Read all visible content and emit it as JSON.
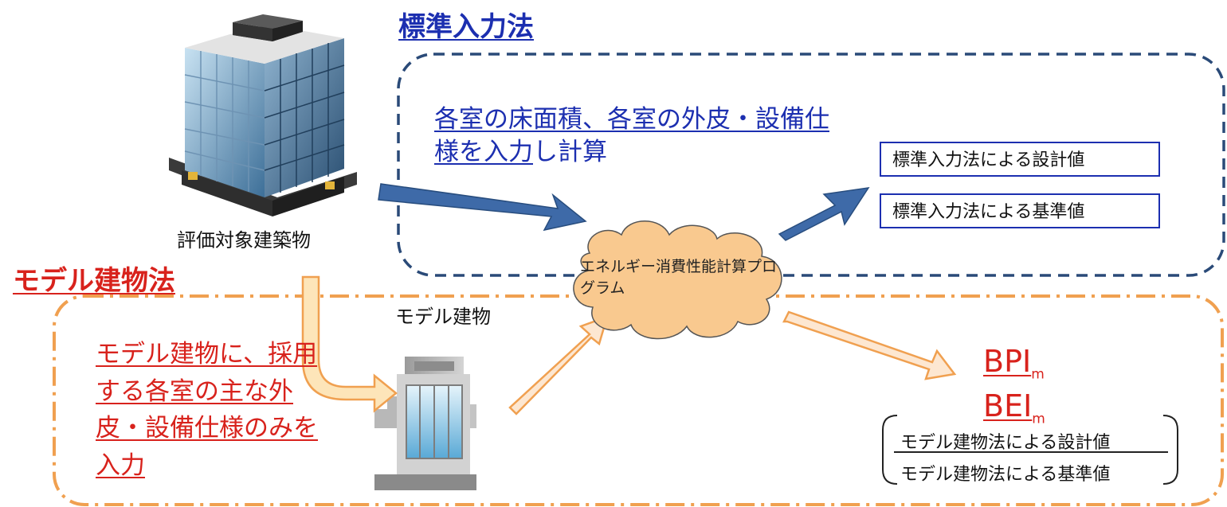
{
  "headings": {
    "standard_method": "標準入力法",
    "model_method": "モデル建物法"
  },
  "standard": {
    "input_description_link": "各室の床面積、各室の外皮・設備仕様を入力",
    "input_description_rest": "し計算",
    "results": [
      "標準入力法による設計値",
      "標準入力法による基準値"
    ]
  },
  "building_label": "評価対象建築物",
  "program_label": "エネルギー消費性能計算プログラム",
  "model": {
    "input_description": "モデル建物に、採用する各室の主な外皮・設備仕様のみを入力",
    "building_label": "モデル建物",
    "indices": [
      {
        "base": "BPI",
        "sub": "m"
      },
      {
        "base": "BEI",
        "sub": "m"
      }
    ],
    "results": [
      "モデル建物法による設計値",
      "モデル建物法による基準値"
    ]
  },
  "colors": {
    "standard_blue": "#1c2fb0",
    "model_red": "#d8221c",
    "dashed_blue": "#2a4a78",
    "dashdot_orange": "#f0a050",
    "arrow_blue": "#3e6aa8",
    "arrow_orange": "#f7b77a",
    "cloud_fill": "#f9c98f"
  },
  "icons": [
    "office-building-icon",
    "model-building-icon",
    "cloud-shape"
  ]
}
